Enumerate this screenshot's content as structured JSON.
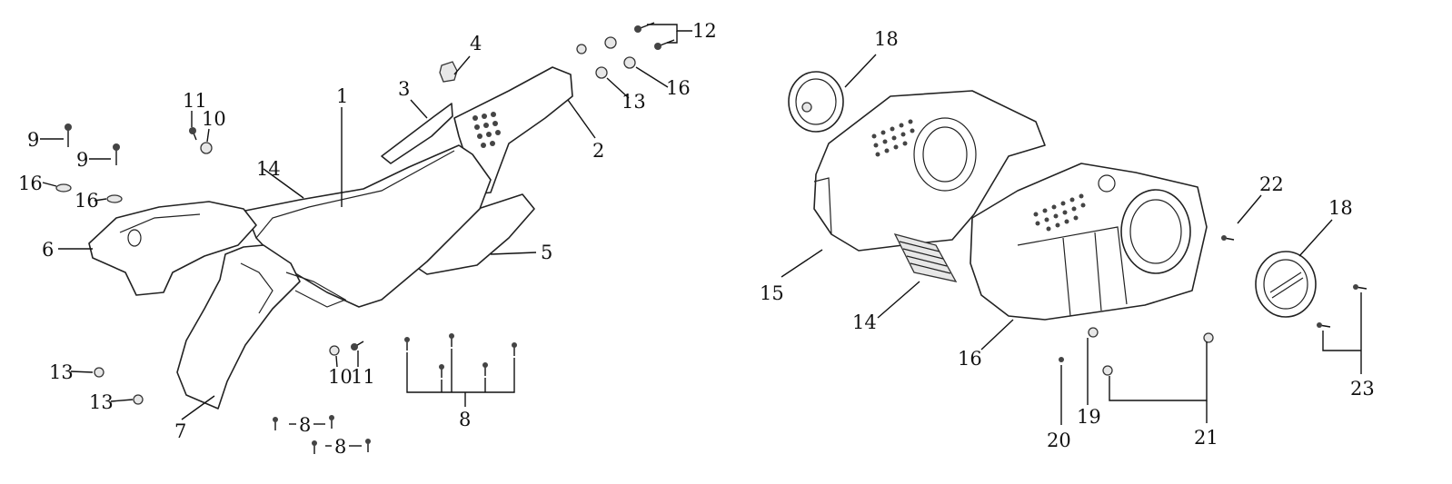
{
  "left_diagram": {
    "callouts": {
      "c1": "1",
      "c2": "2",
      "c3": "3",
      "c4": "4",
      "c5": "5",
      "c6": "6",
      "c7": "7",
      "c8a": "8",
      "c8b": "8",
      "c8c": "8",
      "c9a": "9",
      "c9b": "9",
      "c10a": "10",
      "c10b": "10",
      "c11a": "11",
      "c11b": "11",
      "c12": "12",
      "c13a": "13",
      "c13b": "13",
      "c13c": "13",
      "c14": "14",
      "c16a": "16",
      "c16b": "16",
      "c16c": "16"
    }
  },
  "right_diagram": {
    "callouts": {
      "c14": "14",
      "c15": "15",
      "c16": "16",
      "c18a": "18",
      "c18b": "18",
      "c19": "19",
      "c20": "20",
      "c21": "21",
      "c22": "22",
      "c23": "23"
    }
  }
}
